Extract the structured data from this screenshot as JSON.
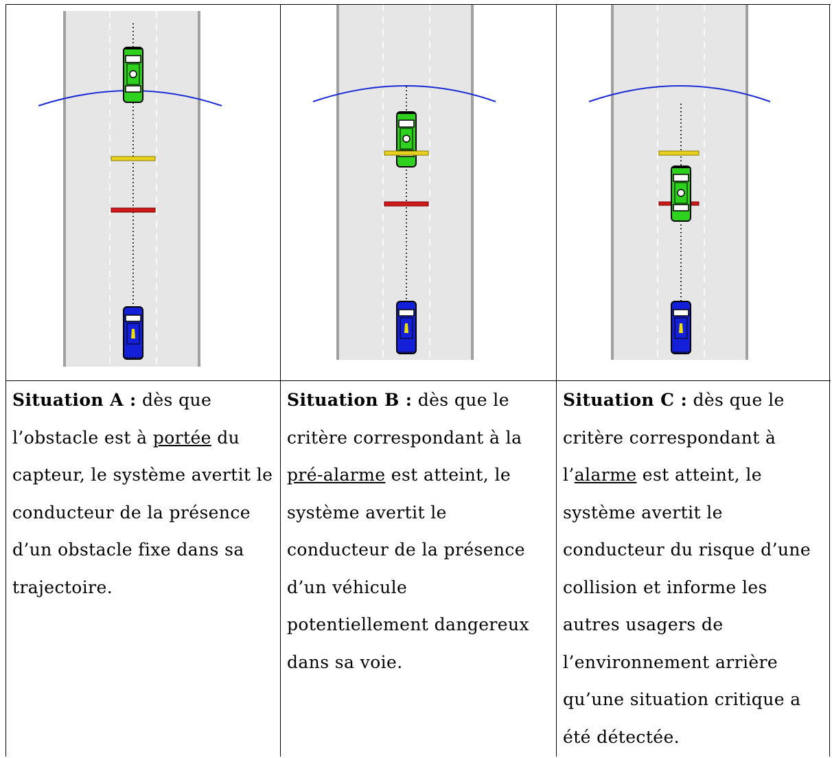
{
  "colors": {
    "road": "#e6e6e6",
    "road_edge": "#a0a0a0",
    "sensor_arc": "#1a2bd6",
    "prealarm_line": "#e6d21e",
    "alarm_line": "#d01a1a",
    "obstacle_vehicle": "#2fd11f",
    "ego_vehicle": "#1420d8"
  },
  "icons": [
    "road-icon",
    "car-icon",
    "sensor-range-arc",
    "pre-alarm-marker",
    "alarm-marker"
  ],
  "situations": [
    {
      "label": "Situation A :",
      "t1": " dès que l’obstacle est à ",
      "key": "portée",
      "t2": " du capteur, le système avertit le conducteur de la présence d’un obstacle fixe dans sa trajectoire."
    },
    {
      "label": "Situation B :",
      "t1": " dès que le critère correspondant à la ",
      "key": "pré-alarme",
      "t2": " est atteint, le système avertit le conducteur de la présence d’un véhicule potentiellement dangereux dans sa voie."
    },
    {
      "label": "Situation C :",
      "t1": " dès que le critère correspondant à l’",
      "key": "alarme",
      "t2": " est atteint, le système avertit le conducteur du risque d’une collision et informe les autres usagers de l’environnement arrière qu’une situation critique a été détectée."
    }
  ]
}
